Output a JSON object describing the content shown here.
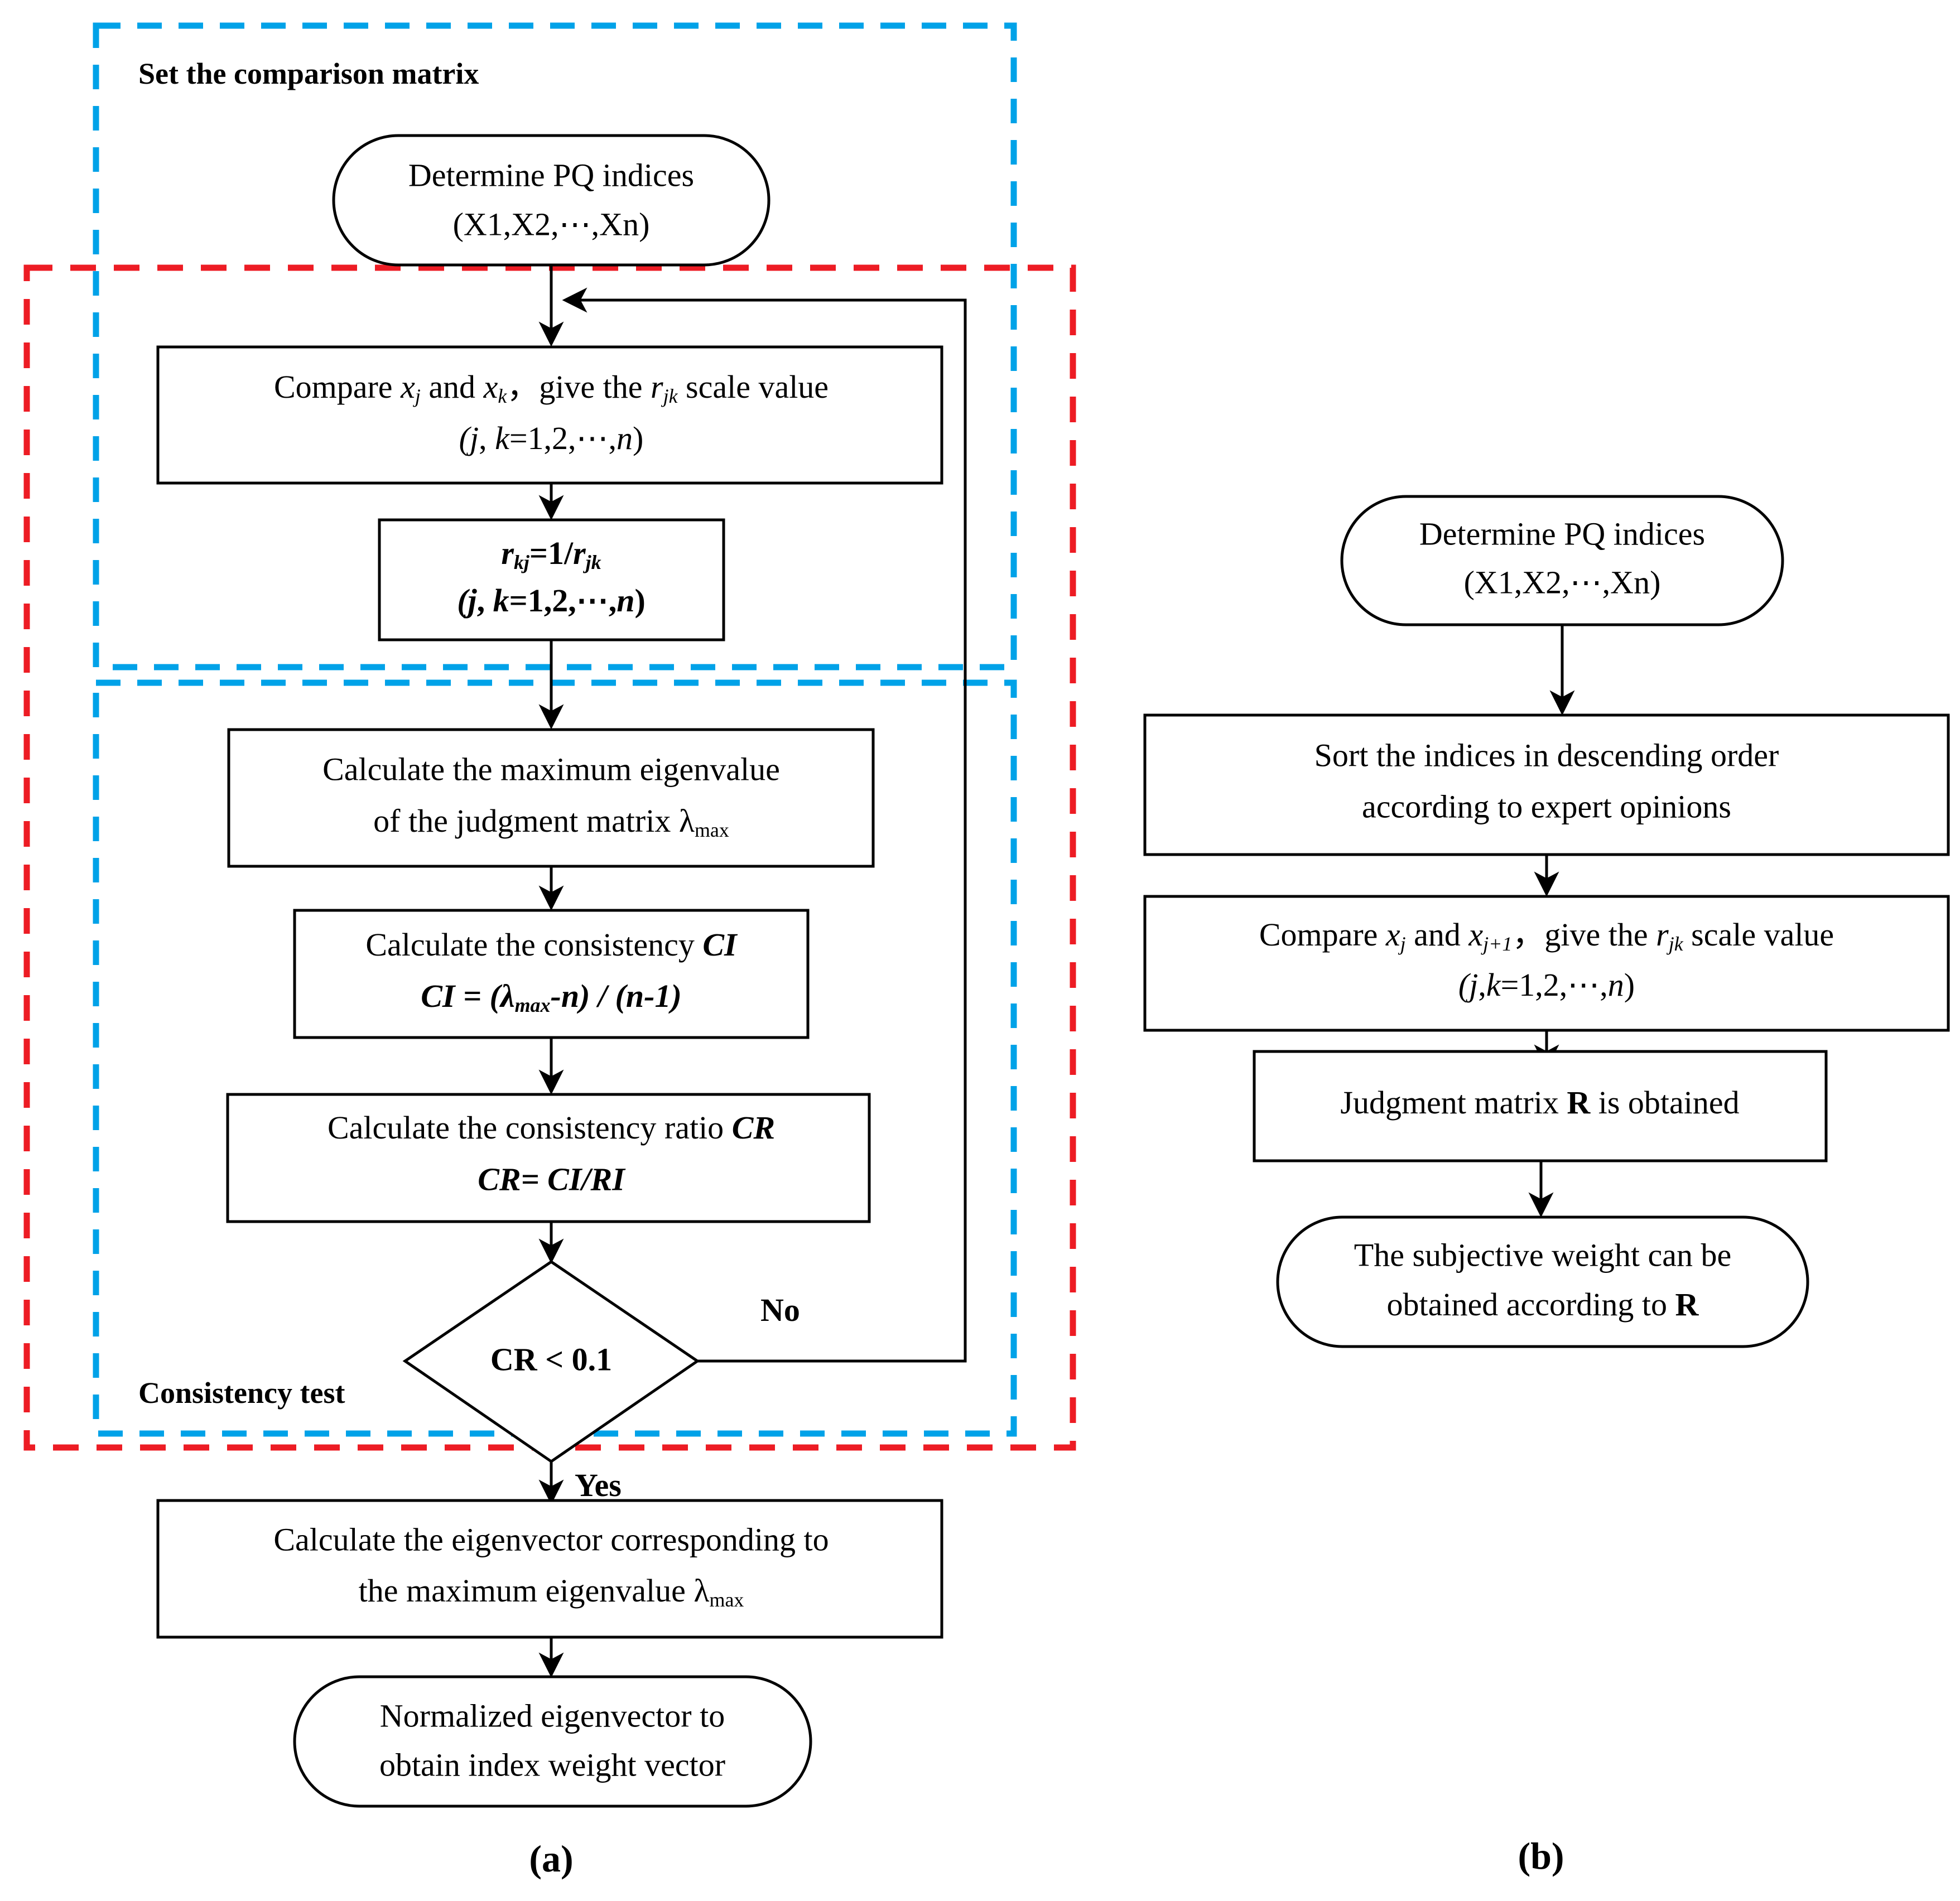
{
  "figure": {
    "panels": [
      {
        "key": "a",
        "label": "(a)"
      },
      {
        "key": "b",
        "label": "(b)"
      }
    ],
    "colors": {
      "group_blue": "#00A2E8",
      "group_red": "#ED1C24",
      "stroke": "#000000",
      "background": "#FFFFFF"
    }
  },
  "panel_a": {
    "groups": [
      {
        "name": "set-the-comparison-matrix",
        "label": "Set the comparison matrix",
        "color": "#00A2E8",
        "style": "dashed"
      },
      {
        "name": "consistency-test",
        "label": "Consistency test",
        "color": "#00A2E8",
        "style": "dashed"
      },
      {
        "name": "outer-red-group",
        "label": "",
        "color": "#ED1C24",
        "style": "dashed"
      }
    ],
    "nodes": [
      {
        "id": "a1",
        "shape": "terminator",
        "lines": [
          "Determine PQ indices",
          "(X1,X2,⋯,Xn)"
        ]
      },
      {
        "id": "a2",
        "shape": "process",
        "lines": [
          "Compare xⱼ and xₖ， give the rⱼₖ scale value",
          "(j, k=1,2,⋯,n)"
        ]
      },
      {
        "id": "a3",
        "shape": "process",
        "lines": [
          "rₖⱼ=1/rⱼₖ",
          "(j, k=1,2,⋯,n)"
        ]
      },
      {
        "id": "a4",
        "shape": "process",
        "lines": [
          "Calculate the maximum eigenvalue",
          "of the judgment matrix λmax"
        ]
      },
      {
        "id": "a5",
        "shape": "process",
        "lines": [
          "Calculate the consistency CI",
          "CI = (λmax-n) / (n-1)"
        ]
      },
      {
        "id": "a6",
        "shape": "process",
        "lines": [
          "Calculate the consistency ratio CR",
          "CR= CI/RI"
        ]
      },
      {
        "id": "a7",
        "shape": "decision",
        "lines": [
          "CR < 0.1"
        ]
      },
      {
        "id": "a8",
        "shape": "process",
        "lines": [
          "Calculate the eigenvector corresponding to",
          "the maximum eigenvalue λmax"
        ]
      },
      {
        "id": "a9",
        "shape": "terminator",
        "lines": [
          "Normalized eigenvector to",
          "obtain index weight vector"
        ]
      }
    ],
    "edge_labels": [
      {
        "id": "no",
        "text": "No"
      },
      {
        "id": "yes",
        "text": "Yes"
      }
    ]
  },
  "panel_b": {
    "nodes": [
      {
        "id": "b1",
        "shape": "terminator",
        "lines": [
          "Determine PQ indices",
          "(X1,X2,⋯,Xn)"
        ]
      },
      {
        "id": "b2",
        "shape": "process",
        "lines": [
          "Sort the indices in descending order",
          "according to expert opinions"
        ]
      },
      {
        "id": "b3",
        "shape": "process",
        "lines": [
          "Compare xⱼ and xⱼ₊₁， give the rⱼₖ scale value",
          "(j,k=1,2,⋯,n)"
        ]
      },
      {
        "id": "b4",
        "shape": "process",
        "lines": [
          "Judgment matrix R is obtained"
        ]
      },
      {
        "id": "b5",
        "shape": "terminator",
        "lines": [
          "The subjective weight can be",
          "obtained according to R"
        ]
      }
    ]
  }
}
